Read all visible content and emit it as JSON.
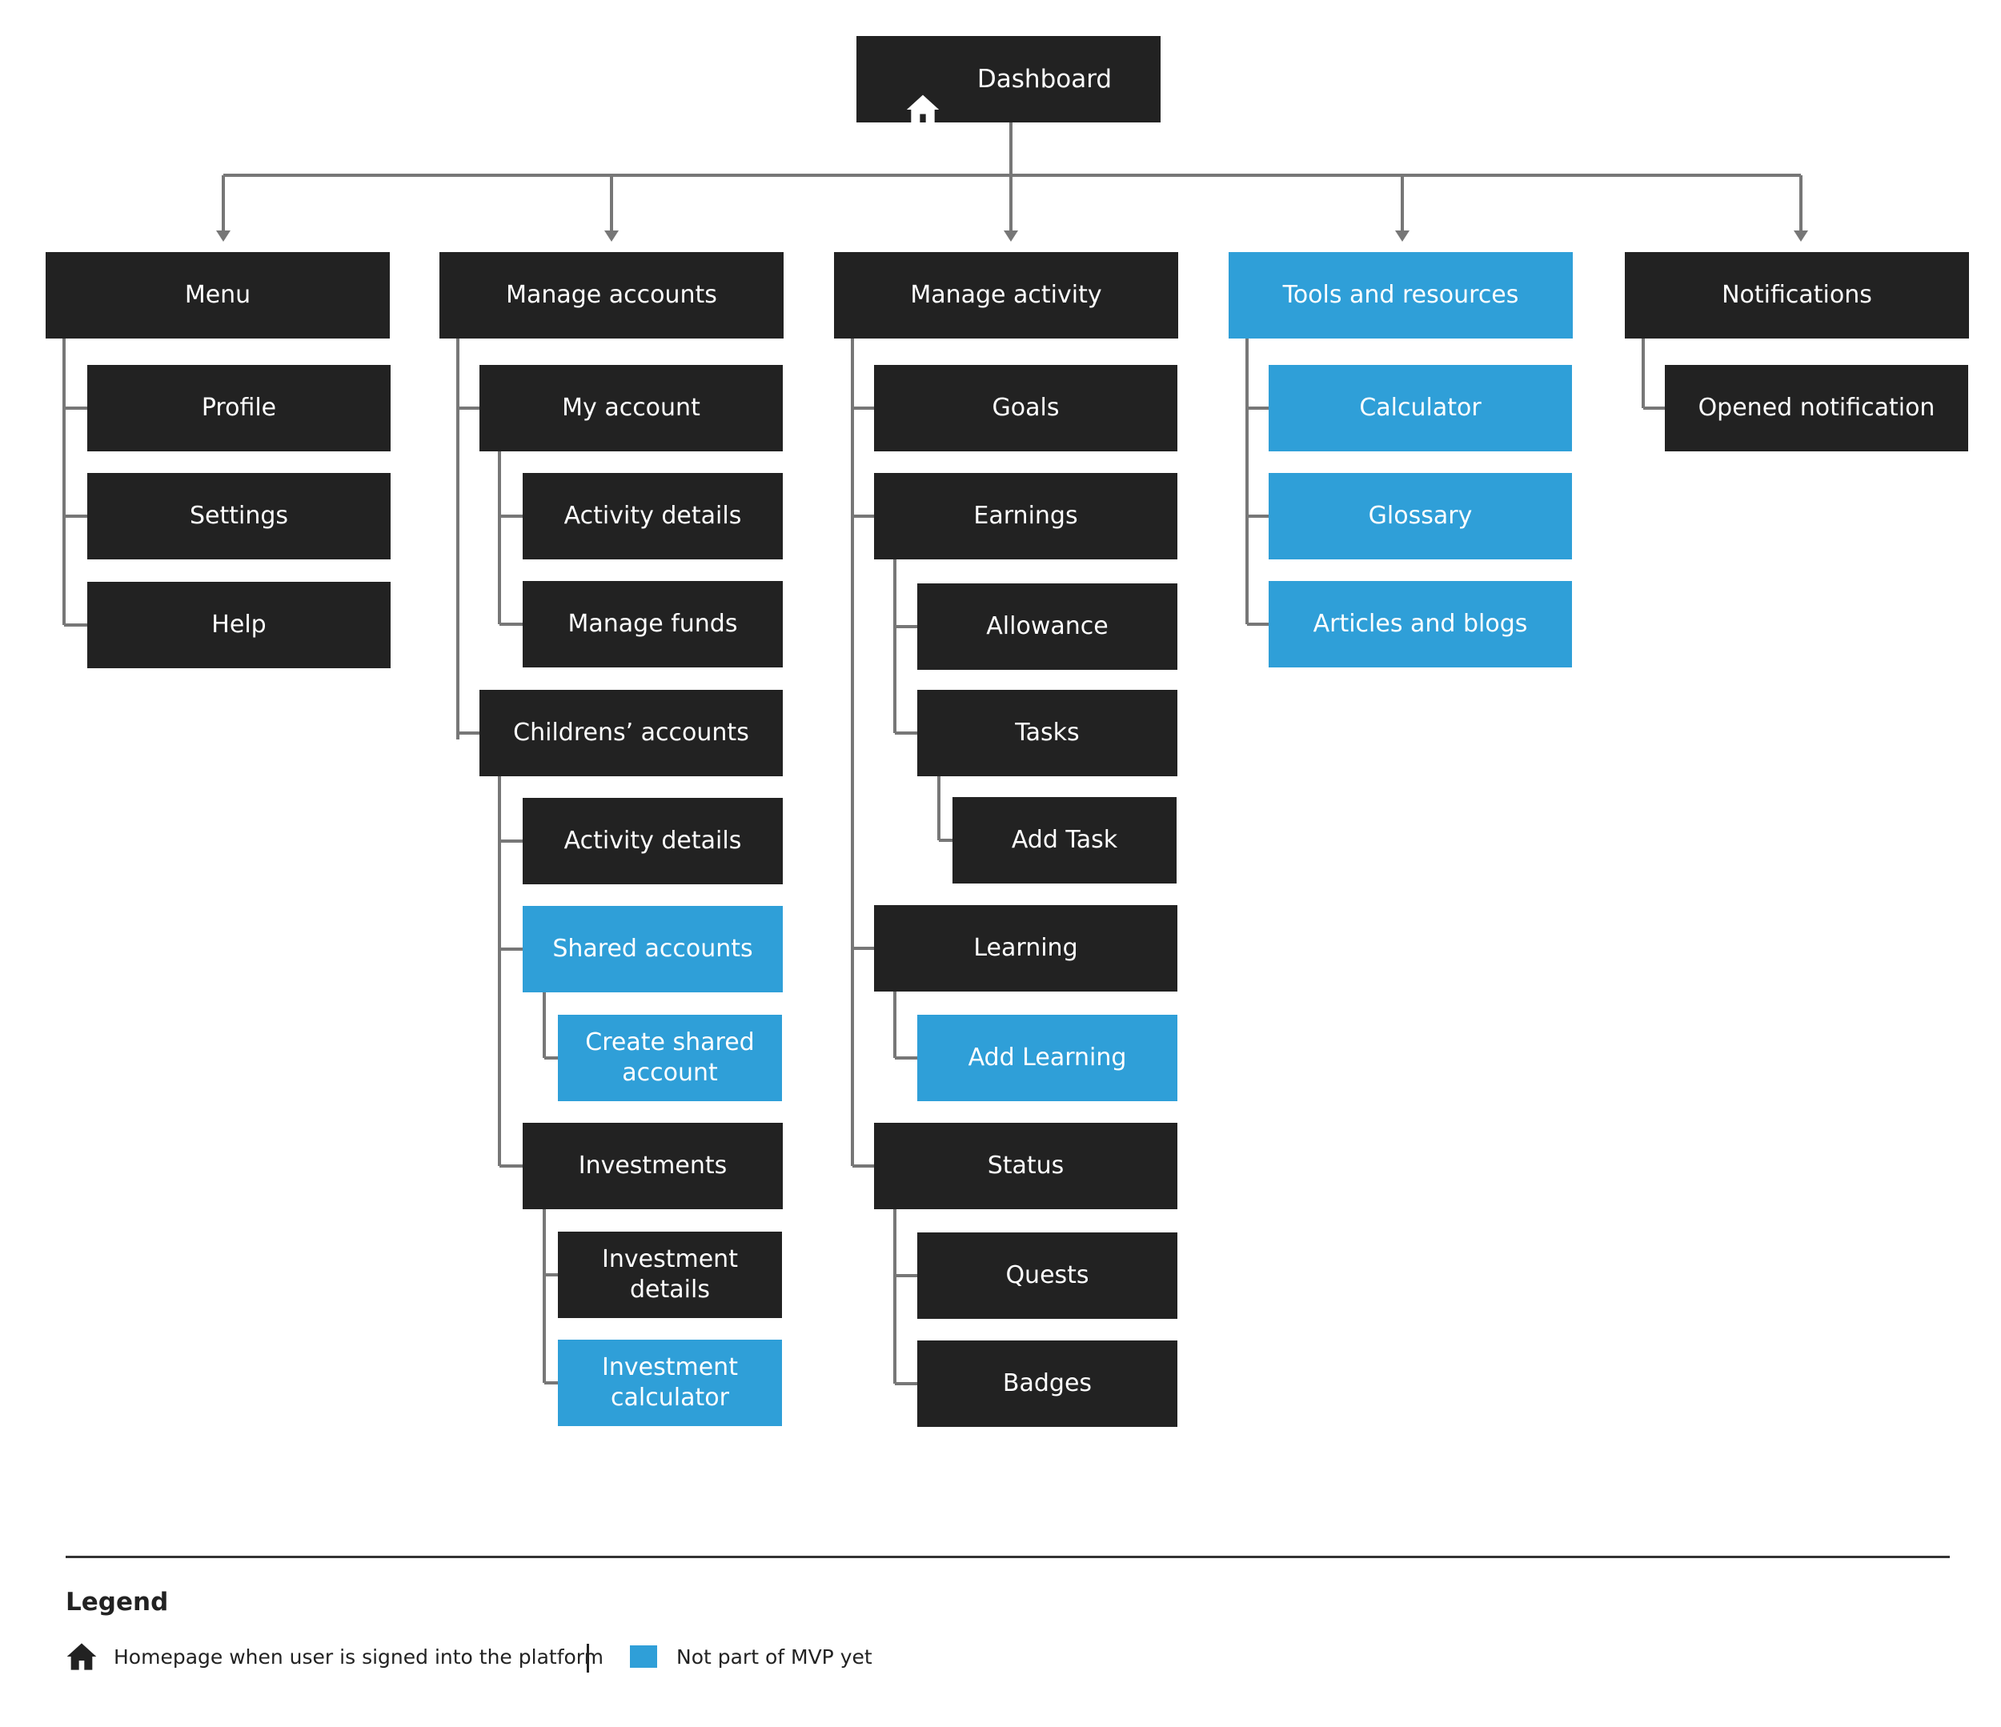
{
  "dashboard": {
    "label": "Dashboard",
    "icon": "home-icon"
  },
  "colors": {
    "core": "#222222",
    "not_mvp": "#2f9fd8",
    "connector": "#777777"
  },
  "columns": [
    {
      "label": "Menu",
      "status": "core",
      "children": [
        {
          "label": "Profile",
          "status": "core"
        },
        {
          "label": "Settings",
          "status": "core"
        },
        {
          "label": "Help",
          "status": "core"
        }
      ]
    },
    {
      "label": "Manage accounts",
      "status": "core",
      "children": [
        {
          "label": "My account",
          "status": "core",
          "children": [
            {
              "label": "Activity details",
              "status": "core"
            },
            {
              "label": "Manage funds",
              "status": "core"
            }
          ]
        },
        {
          "label": "Childrens’ accounts",
          "status": "core",
          "children": [
            {
              "label": "Activity details",
              "status": "core"
            },
            {
              "label": "Shared accounts",
              "status": "not_mvp",
              "children": [
                {
                  "label": "Create shared\naccount",
                  "status": "not_mvp"
                }
              ]
            },
            {
              "label": "Investments",
              "status": "core",
              "children": [
                {
                  "label": "Investment\ndetails",
                  "status": "core"
                },
                {
                  "label": "Investment\ncalculator",
                  "status": "not_mvp"
                }
              ]
            }
          ]
        }
      ]
    },
    {
      "label": "Manage activity",
      "status": "core",
      "children": [
        {
          "label": "Goals",
          "status": "core"
        },
        {
          "label": "Earnings",
          "status": "core",
          "children": [
            {
              "label": "Allowance",
              "status": "core"
            },
            {
              "label": "Tasks",
              "status": "core",
              "children": [
                {
                  "label": "Add Task",
                  "status": "core"
                }
              ]
            }
          ]
        },
        {
          "label": "Learning",
          "status": "core",
          "children": [
            {
              "label": "Add Learning",
              "status": "not_mvp"
            }
          ]
        },
        {
          "label": "Status",
          "status": "core",
          "children": [
            {
              "label": "Quests",
              "status": "core"
            },
            {
              "label": "Badges",
              "status": "core"
            }
          ]
        }
      ]
    },
    {
      "label": "Tools and resources",
      "status": "not_mvp",
      "children": [
        {
          "label": "Calculator",
          "status": "not_mvp"
        },
        {
          "label": "Glossary",
          "status": "not_mvp"
        },
        {
          "label": "Articles and blogs",
          "status": "not_mvp"
        }
      ]
    },
    {
      "label": "Notifications",
      "status": "core",
      "children": [
        {
          "label": "Opened notification",
          "status": "core"
        }
      ]
    }
  ],
  "legend": {
    "title": "Legend",
    "home_text": "Homepage when user is signed into the platform",
    "home_icon": "home-icon",
    "swatch_text": "Not part of MVP yet"
  }
}
